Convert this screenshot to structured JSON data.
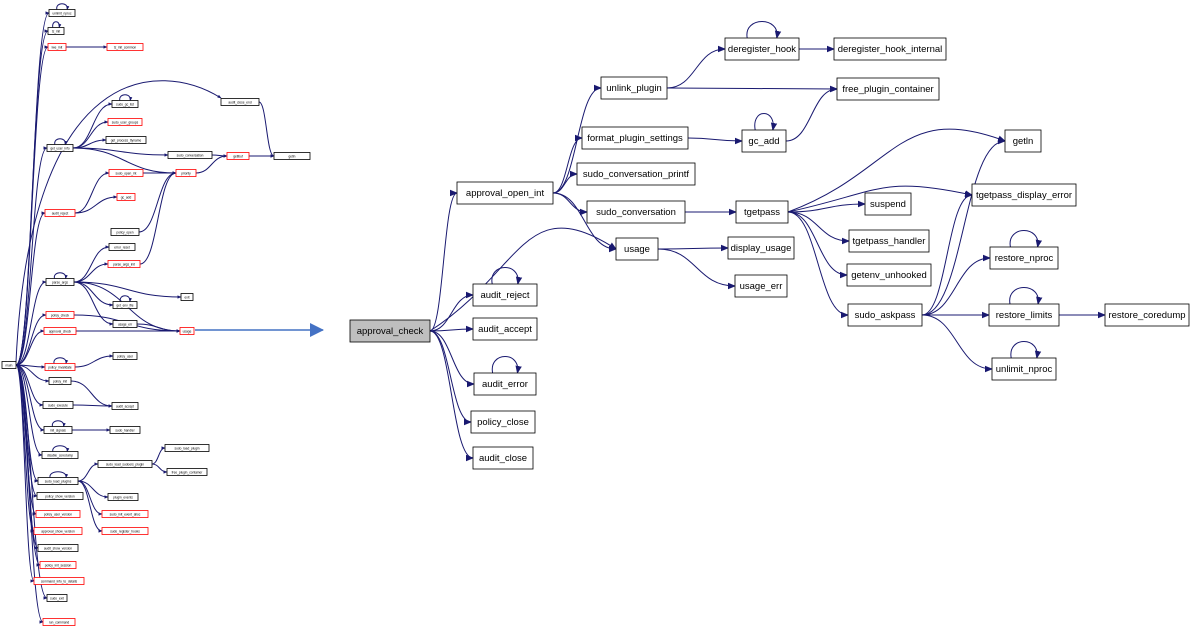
{
  "colors": {
    "edge": "#191970",
    "node_border": "#000000",
    "node_border_undocumented": "#ff0000",
    "focus_node_fill": "#bfbfbf",
    "zoom_arrow": "#4472c4",
    "background": "#ffffff"
  },
  "main_graph": {
    "nodes": {
      "approval_check": "approval_check",
      "approval_open_int": "approval_open_int",
      "audit_reject": "audit_reject",
      "audit_accept": "audit_accept",
      "audit_error": "audit_error",
      "policy_close": "policy_close",
      "audit_close": "audit_close",
      "unlink_plugin": "unlink_plugin",
      "format_plugin_settings": "format_plugin_settings",
      "sudo_conversation_printf": "sudo_conversation_printf",
      "sudo_conversation": "sudo_conversation",
      "usage": "usage",
      "deregister_hook": "deregister_hook",
      "deregister_hook_internal": "deregister_hook_internal",
      "free_plugin_container": "free_plugin_container",
      "gc_add": "gc_add",
      "tgetpass": "tgetpass",
      "display_usage": "display_usage",
      "usage_err": "usage_err",
      "getln": "getln",
      "suspend": "suspend",
      "tgetpass_display_error": "tgetpass_display_error",
      "tgetpass_handler": "tgetpass_handler",
      "getenv_unhooked": "getenv_unhooked",
      "sudo_askpass": "sudo_askpass",
      "restore_nproc": "restore_nproc",
      "restore_limits": "restore_limits",
      "restore_coredump": "restore_coredump",
      "unlimit_nproc": "unlimit_nproc"
    }
  },
  "overview_graph": {
    "nodes": {
      "main": "main",
      "unlimit_nproc": "unlimit_nproc",
      "tz_init": "tz_init",
      "lwe_init": "lwe_init",
      "tz_init_common": "tz_init_common",
      "audit_close_end": "audit_close_end",
      "sudo_conversation": "sudo_conversation",
      "sudo_gc_list": "sudo_gc_list",
      "getlbuf": "getlbuf",
      "getln": "getln",
      "sudo_user_groups": "sudo_user_groups",
      "get_process_ttyname": "get_process_ttyname",
      "get_user_info": "get_user_info",
      "sudo_open_int": "sudo_open_int",
      "priority": "priority",
      "gc_add": "gc_add",
      "audit_reject": "audit_reject",
      "policy_open": "policy_open",
      "error_reset": "error_reset",
      "parse_args_init": "parse_args_init",
      "parse_args": "parse_args",
      "exit": "exit",
      "get_env_file": "get_env_file",
      "usage_err": "usage_err",
      "usage": "usage",
      "policy_check": "policy_check",
      "approval_check": "approval_check",
      "policy_user": "policy_user",
      "policy_invalidate": "policy_invalidate",
      "policy_init": "policy_init",
      "audit_accept": "audit_accept",
      "sudo_execute": "sudo_execute",
      "init_signals": "init_signals",
      "sudo_handler": "sudo_handler",
      "disable_coredump": "disable_coredump",
      "sudo_load_plugin": "sudo_load_plugin",
      "sudo_load_sudoers_plugin": "sudo_load_sudoers_plugin",
      "free_plugin_container": "free_plugin_container",
      "sudo_load_plugins": "sudo_load_plugins",
      "plugin_events": "plugin_events",
      "policy_show_version": "policy_show_version",
      "sudo_init_event_alloc": "sudo_init_event_alloc",
      "policy_user_version": "policy_user_version",
      "sudo_register_hooks": "sudo_register_hooks",
      "approval_show_version": "approval_show_version",
      "audit_show_version": "audit_show_version",
      "policy_init_session": "policy_init_session",
      "command_info_to_details": "command_info_to_details",
      "sudo_exit": "sudo_exit",
      "run_command": "run_command"
    }
  }
}
